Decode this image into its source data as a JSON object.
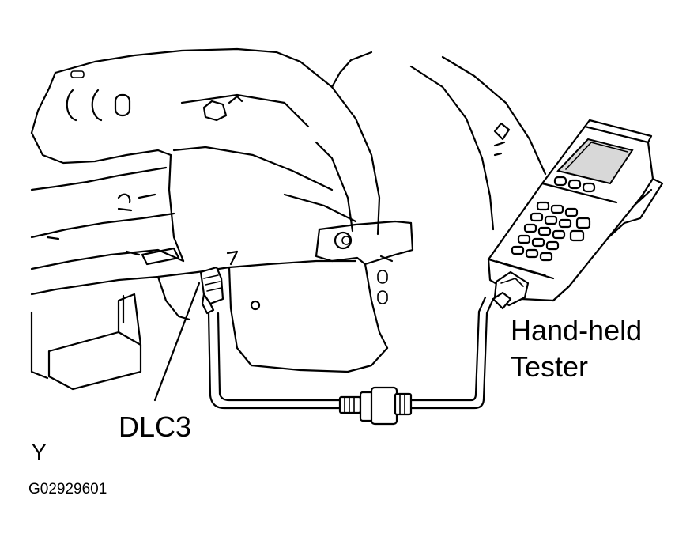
{
  "labels": {
    "tester_line1": "Hand-held",
    "tester_line2": "Tester",
    "connector": "DLC3",
    "view_mark": "Y",
    "figure_code": "G02929601"
  },
  "colors": {
    "line": "#000000",
    "background": "#ffffff",
    "screen_fill": "#d8d8d8"
  }
}
